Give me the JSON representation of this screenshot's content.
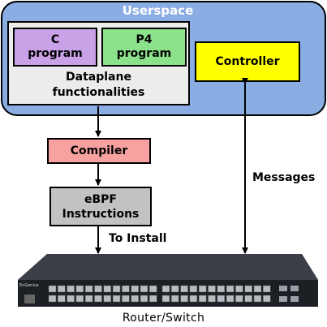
{
  "diagram": {
    "userspace_title": "Userspace",
    "c_program": "C\nprogram",
    "p4_program": "P4\nprogram",
    "dataplane_label": "Dataplane\nfunctionalities",
    "controller": "Controller",
    "compiler": "Compiler",
    "ebpf": "eBPF\nInstructions",
    "to_install": "To Install",
    "messages": "Messages",
    "router_switch": "Router/Switch",
    "device_brand": "EnGenius"
  },
  "colors": {
    "userspace_bg": "#8aade3",
    "dataplane_bg": "#ececec",
    "c_program_bg": "#c8a1e6",
    "p4_program_bg": "#8be28b",
    "controller_bg": "#ffff00",
    "compiler_bg": "#f7a1a1",
    "ebpf_bg": "#c2c2c2"
  }
}
